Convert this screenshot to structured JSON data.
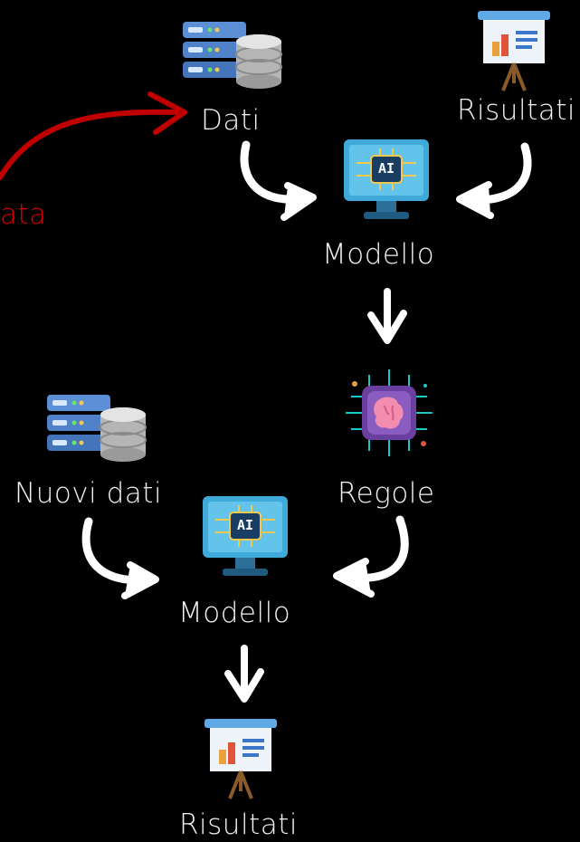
{
  "labels": {
    "dati": "Dati",
    "risultati_top": "Risultati",
    "partial_red": "ata",
    "modello_top": "Modello",
    "regole": "Regole",
    "nuovi_dati": "Nuovi dati",
    "modello_bottom": "Modello",
    "risultati_bottom": "Risultati"
  },
  "icon_texts": {
    "ai_top": "AI",
    "ai_bottom": "AI"
  },
  "colors": {
    "background": "#000000",
    "text": "#f2f2f2",
    "arrow": "#ffffff",
    "red_arrow": "#c00000",
    "monitor": "#3fa9d9",
    "server": "#5b8fd6",
    "chip": "#8a5cc0"
  },
  "icons": [
    "server-database-icon",
    "presentation-chart-icon",
    "ai-monitor-icon",
    "ai-brain-chip-icon"
  ]
}
